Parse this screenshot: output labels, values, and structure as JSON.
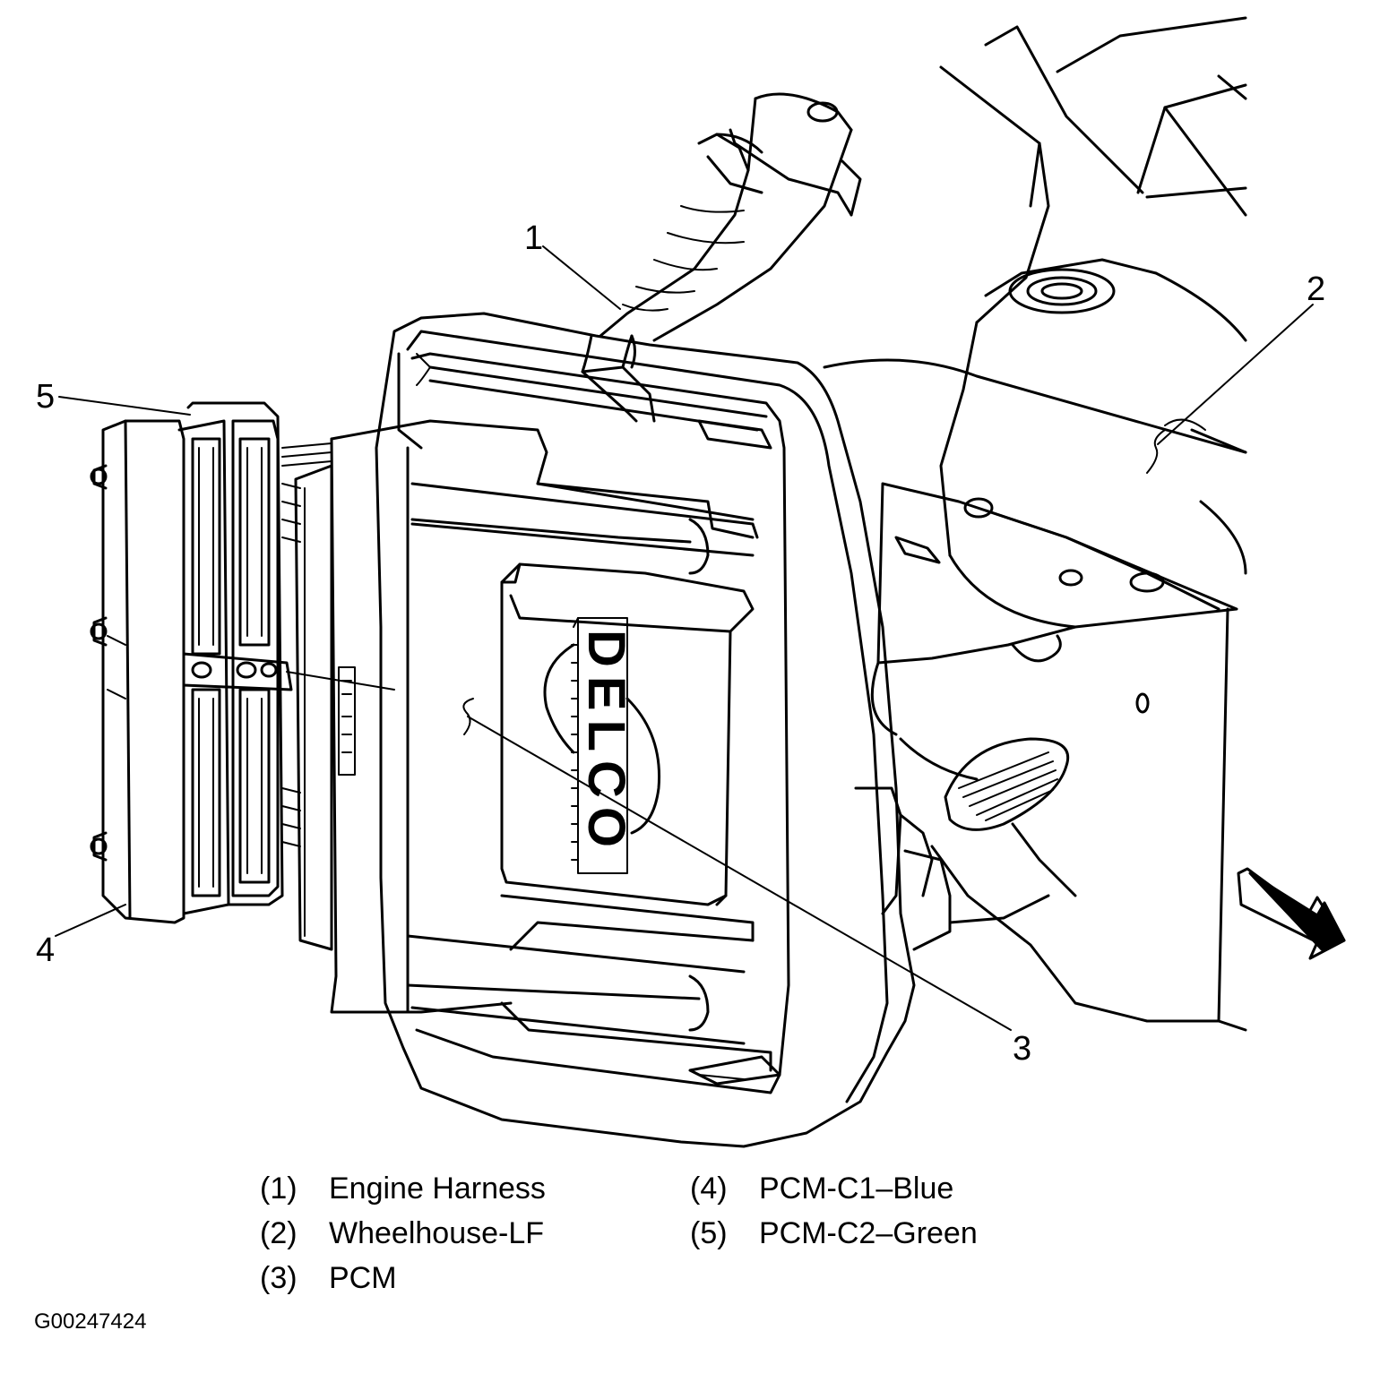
{
  "callouts": {
    "c1": "1",
    "c2": "2",
    "c3": "3",
    "c4": "4",
    "c5": "5"
  },
  "legend": [
    {
      "num": "(1)",
      "text": "Engine Harness"
    },
    {
      "num": "(2)",
      "text": "Wheelhouse-LF"
    },
    {
      "num": "(3)",
      "text": "PCM"
    },
    {
      "num": "(4)",
      "text": "PCM-C1–Blue"
    },
    {
      "num": "(5)",
      "text": "PCM-C2–Green"
    }
  ],
  "module_branding": "DELCO",
  "figure_id": "G00247424"
}
